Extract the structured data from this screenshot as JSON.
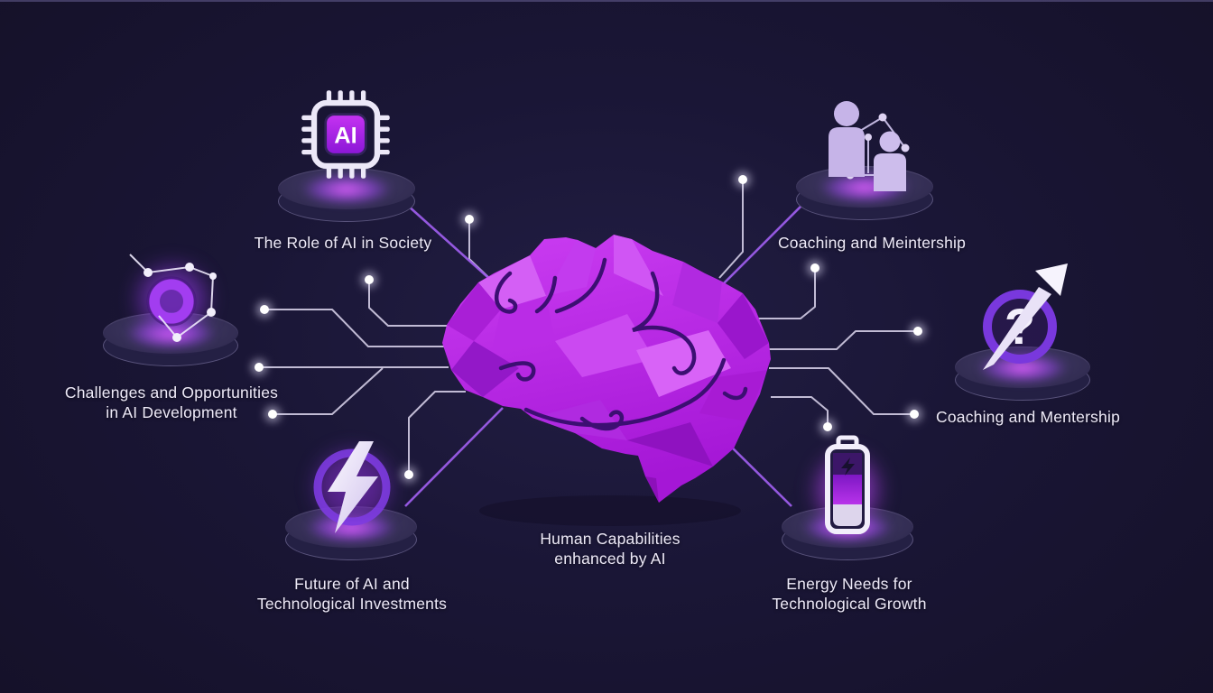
{
  "center": {
    "caption_line1": "Human Capabilities",
    "caption_line2": "enhanced by AI",
    "figure": "low-poly-brain"
  },
  "nodes": {
    "ai_chip": {
      "icon": "ai-chip-icon",
      "chip_text": "AI",
      "label": "The Role of AI in Society"
    },
    "network": {
      "icon": "network-nodes-icon",
      "label_line1": "Challenges and Opportunities",
      "label_line2": "in AI Development"
    },
    "lightning": {
      "icon": "lightning-bolt-icon",
      "label_line1": "Future of AI and",
      "label_line2": "Technological Investments"
    },
    "people": {
      "icon": "people-network-icon",
      "label": "Coaching and Meintership"
    },
    "question": {
      "icon": "question-growth-arrow-icon",
      "question_glyph": "?",
      "label": "Coaching and Mentership"
    },
    "battery": {
      "icon": "battery-charging-icon",
      "label_line1": "Energy Needs for",
      "label_line2": "Technological Growth"
    }
  },
  "colors": {
    "background": "#1a1636",
    "brain_magenta": "#b92ae2",
    "accent_purple": "#a855f7",
    "wire": "#d9d3ee",
    "beam": "#9b5ce8",
    "text": "#eeeaf8"
  }
}
